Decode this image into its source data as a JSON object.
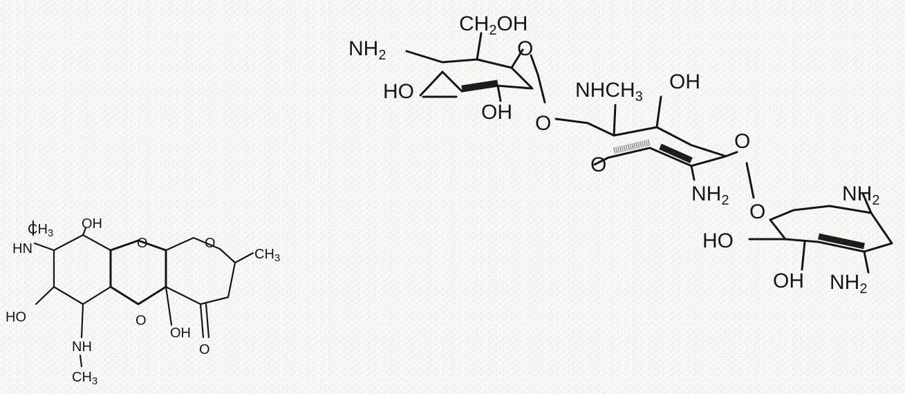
{
  "molecule_a": {
    "labels": [
      {
        "name": "ch3-top-left",
        "text": "CH",
        "sub": "3"
      },
      {
        "name": "hn-left",
        "text": "HN",
        "sub": ""
      },
      {
        "name": "oh-top",
        "text": "OH",
        "sub": ""
      },
      {
        "name": "o-ring-1",
        "text": "O",
        "sub": ""
      },
      {
        "name": "o-ring-2",
        "text": "O",
        "sub": ""
      },
      {
        "name": "ch3-right",
        "text": "CH",
        "sub": "3"
      },
      {
        "name": "ho-left",
        "text": "HO",
        "sub": ""
      },
      {
        "name": "o-ring-3",
        "text": "O",
        "sub": ""
      },
      {
        "name": "oh-bottom",
        "text": "OH",
        "sub": ""
      },
      {
        "name": "o-ketone",
        "text": "O",
        "sub": ""
      },
      {
        "name": "nh-bottom",
        "text": "NH",
        "sub": ""
      },
      {
        "name": "ch3-bottom",
        "text": "CH",
        "sub": "3"
      }
    ]
  },
  "molecule_b": {
    "labels": [
      {
        "name": "ch2oh-top",
        "text": "CH",
        "sub": "2",
        "tail": "OH"
      },
      {
        "name": "nh2-top-left",
        "text": "NH",
        "sub": "2",
        "tail": ""
      },
      {
        "name": "o-ring-ring1",
        "text": "O",
        "sub": "",
        "tail": ""
      },
      {
        "name": "ho-ring1",
        "text": "HO",
        "sub": "",
        "tail": ""
      },
      {
        "name": "oh-ring1",
        "text": "OH",
        "sub": "",
        "tail": ""
      },
      {
        "name": "o-glycosidic-1",
        "text": "O",
        "sub": "",
        "tail": ""
      },
      {
        "name": "nhch3-center",
        "text": "NHCH",
        "sub": "3",
        "tail": ""
      },
      {
        "name": "oh-center",
        "text": "OH",
        "sub": "",
        "tail": ""
      },
      {
        "name": "o-ring-ring2",
        "text": "O",
        "sub": "",
        "tail": ""
      },
      {
        "name": "o-ring-ring2b",
        "text": "O",
        "sub": "",
        "tail": ""
      },
      {
        "name": "nh2-center",
        "text": "NH",
        "sub": "2",
        "tail": ""
      },
      {
        "name": "o-glycosidic-2",
        "text": "O",
        "sub": "",
        "tail": ""
      },
      {
        "name": "nh2-right-top",
        "text": "NH",
        "sub": "2",
        "tail": ""
      },
      {
        "name": "ho-ring3",
        "text": "HO",
        "sub": "",
        "tail": ""
      },
      {
        "name": "oh-ring3",
        "text": "OH",
        "sub": "",
        "tail": ""
      },
      {
        "name": "nh2-right-bottom",
        "text": "NH",
        "sub": "2",
        "tail": ""
      }
    ]
  },
  "colors": {
    "ink": "#151515",
    "paper": "#f7f7f4"
  }
}
